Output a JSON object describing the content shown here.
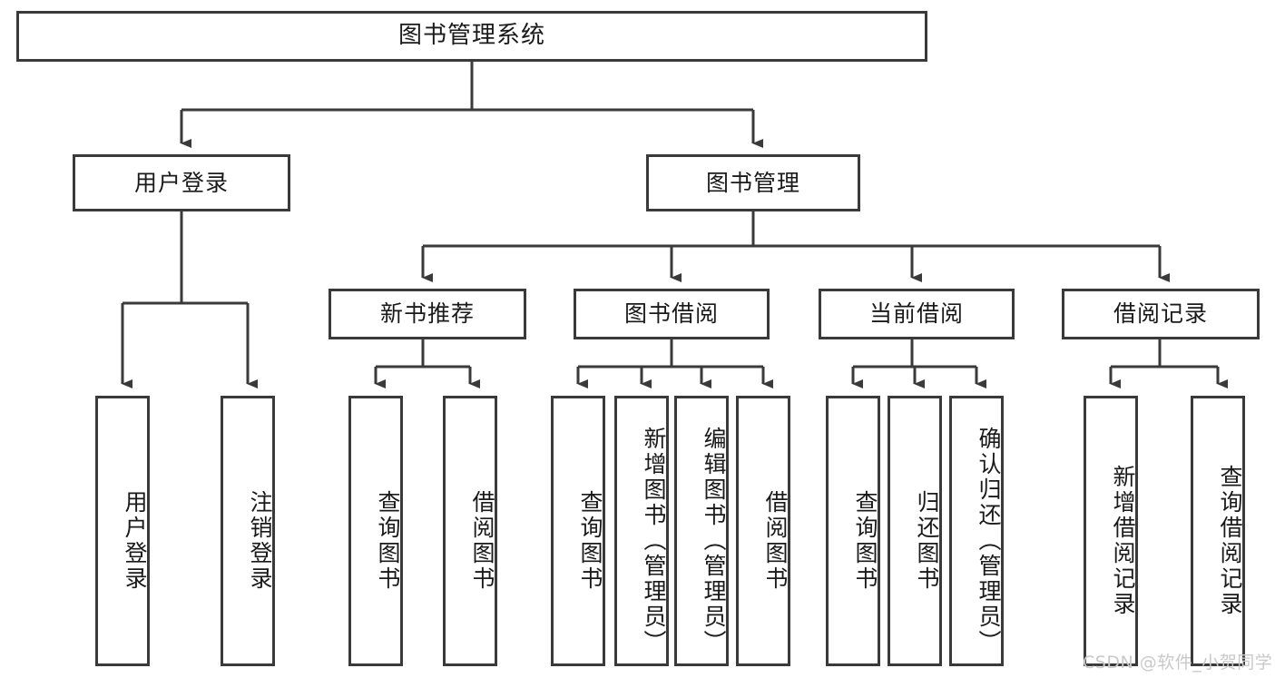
{
  "diagram": {
    "title": "图书管理系统",
    "type": "tree-hierarchy",
    "background_color": "#ffffff",
    "border_color": "#3a3a3a",
    "text_color": "#1a1a1a",
    "root": {
      "label": "图书管理系统"
    },
    "level2": [
      {
        "label": "用户登录"
      },
      {
        "label": "图书管理"
      }
    ],
    "level3": [
      {
        "label": "新书推荐"
      },
      {
        "label": "图书借阅"
      },
      {
        "label": "当前借阅"
      },
      {
        "label": "借阅记录"
      }
    ],
    "leaves": {
      "user_login": [
        {
          "label": "用户登录"
        },
        {
          "label": "注销登录"
        }
      ],
      "new_book_recommend": [
        {
          "label": "查询图书"
        },
        {
          "label": "借阅图书"
        }
      ],
      "book_borrow": [
        {
          "label": "查询图书"
        },
        {
          "label": "新增图书（管理员）"
        },
        {
          "label": "编辑图书（管理员）"
        },
        {
          "label": "借阅图书"
        }
      ],
      "current_borrow": [
        {
          "label": "查询图书"
        },
        {
          "label": "归还图书"
        },
        {
          "label": "确认归还（管理员）"
        }
      ],
      "borrow_record": [
        {
          "label": "新增借阅记录"
        },
        {
          "label": "查询借阅记录"
        }
      ]
    }
  },
  "watermark": {
    "text": "CSDN @软件_小贺同学",
    "color": "#c9c9c9"
  }
}
